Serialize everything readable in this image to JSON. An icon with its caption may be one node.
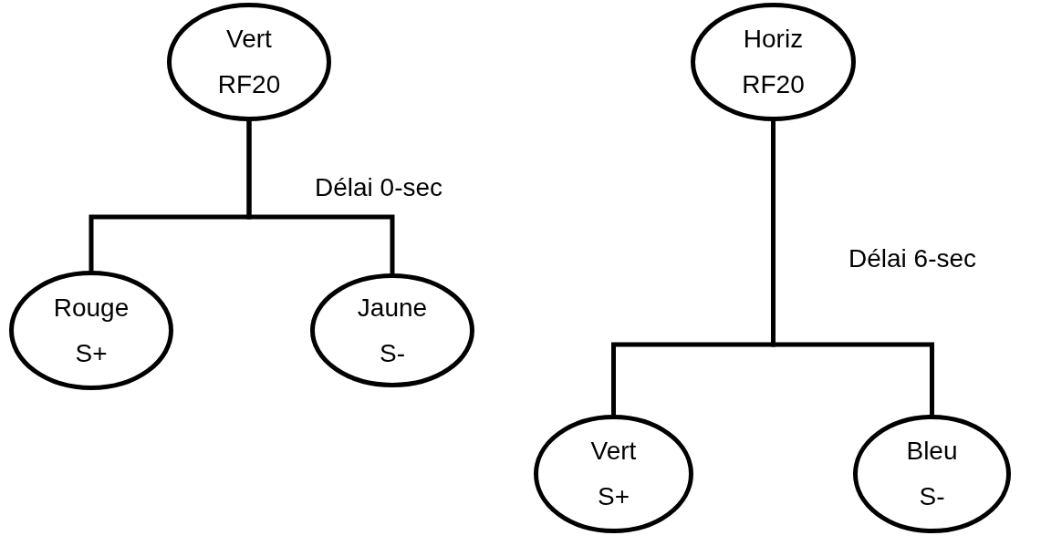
{
  "diagram": {
    "nodes": [
      {
        "text": [
          "Vert",
          "RF20"
        ]
      },
      {
        "text": [
          "Rouge",
          "S+"
        ]
      },
      {
        "text": [
          "Jaune",
          "S-"
        ]
      },
      {
        "text": [
          "Horiz",
          "RF20"
        ]
      },
      {
        "text": [
          "Vert",
          "S+"
        ]
      },
      {
        "text": [
          "Bleu",
          "S-"
        ]
      }
    ],
    "edges": [
      {
        "from": 0,
        "to": 1,
        "arrow": "none"
      },
      {
        "from": 0,
        "to": 2,
        "arrow": "none"
      },
      {
        "from": 3,
        "to": 4,
        "arrow": "none"
      },
      {
        "from": 3,
        "to": 5,
        "arrow": "none"
      }
    ],
    "labels": [
      "Délai 0-sec",
      "Délai 6-sec"
    ]
  }
}
